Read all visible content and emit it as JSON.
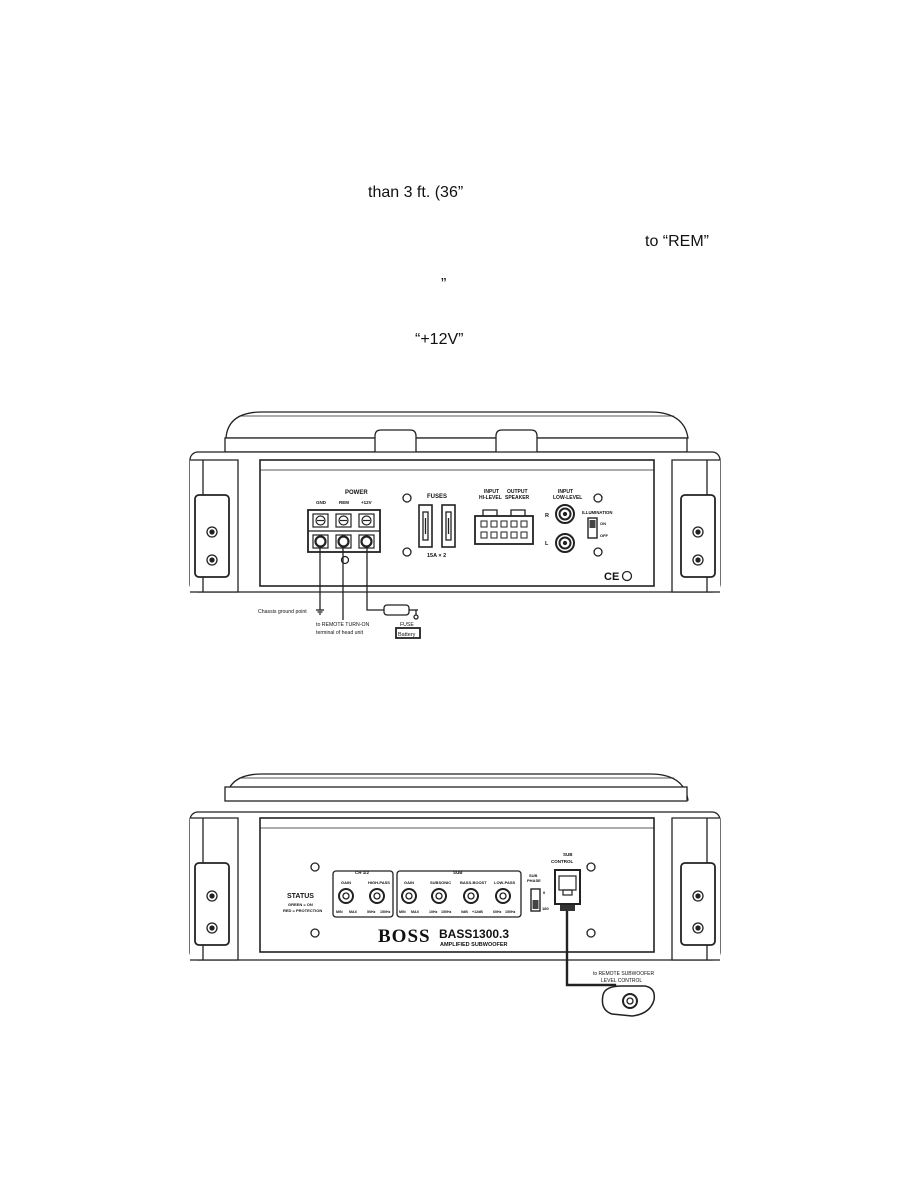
{
  "text_fragments": {
    "frag1": "than 3 ft. (36”",
    "frag2": "to “REM”",
    "frag3": "”",
    "frag4": "“+12V”"
  },
  "figure1": {
    "power_title": "POWER",
    "gnd": "GND",
    "rem": "REM",
    "plus12": "+12V",
    "fuses_title": "FUSES",
    "fuse_rating": "15A × 2",
    "input_hi_level": [
      "INPUT",
      "HI-LEVEL"
    ],
    "output_speaker": [
      "OUTPUT",
      "SPEAKER"
    ],
    "input_low_level": [
      "INPUT",
      "LOW-LEVEL"
    ],
    "r": "R",
    "l": "L",
    "illumination": "ILLUMINATION",
    "on": "ON",
    "off": "OFF",
    "ce": "CE",
    "chassis_ground": "Chassis ground point",
    "remote_line1": "to  REMOTE  TURN-ON",
    "remote_line2": "terminal  of  head  unit",
    "fuse": "FUSE",
    "battery": "Battery"
  },
  "figure2": {
    "status": "STATUS",
    "status_line1": "GREEN = ON",
    "status_line2": "RED = PROTECTION",
    "ch12": "CH 1/2",
    "sub": "SUB",
    "gain": "GAIN",
    "high_pass": "HIGH-PASS",
    "subsonic": "SUBSONIC",
    "bass_boost": "BASS-BOOST",
    "low_pass": "LOW-PASS",
    "min": "MIN",
    "max": "MAX",
    "hz50": "50Hz",
    "hz150": "150Hz",
    "hz10": "10Hz",
    "hz60": "60Hz",
    "db0": "0dB",
    "db12": "+12dB",
    "sub_phase": [
      "SUB",
      "PHASE"
    ],
    "phase_0": "0",
    "phase_180": "180",
    "sub_control": [
      "SUB",
      "CONTROL"
    ],
    "brand": "BOSS",
    "model": "BASS1300.3",
    "model_desc": "AMPLIFIED SUBWOOFER",
    "remote_sub_line1": "to  REMOTE  SUBWOOFER",
    "remote_sub_line2": "LEVEL  CONTROL"
  }
}
